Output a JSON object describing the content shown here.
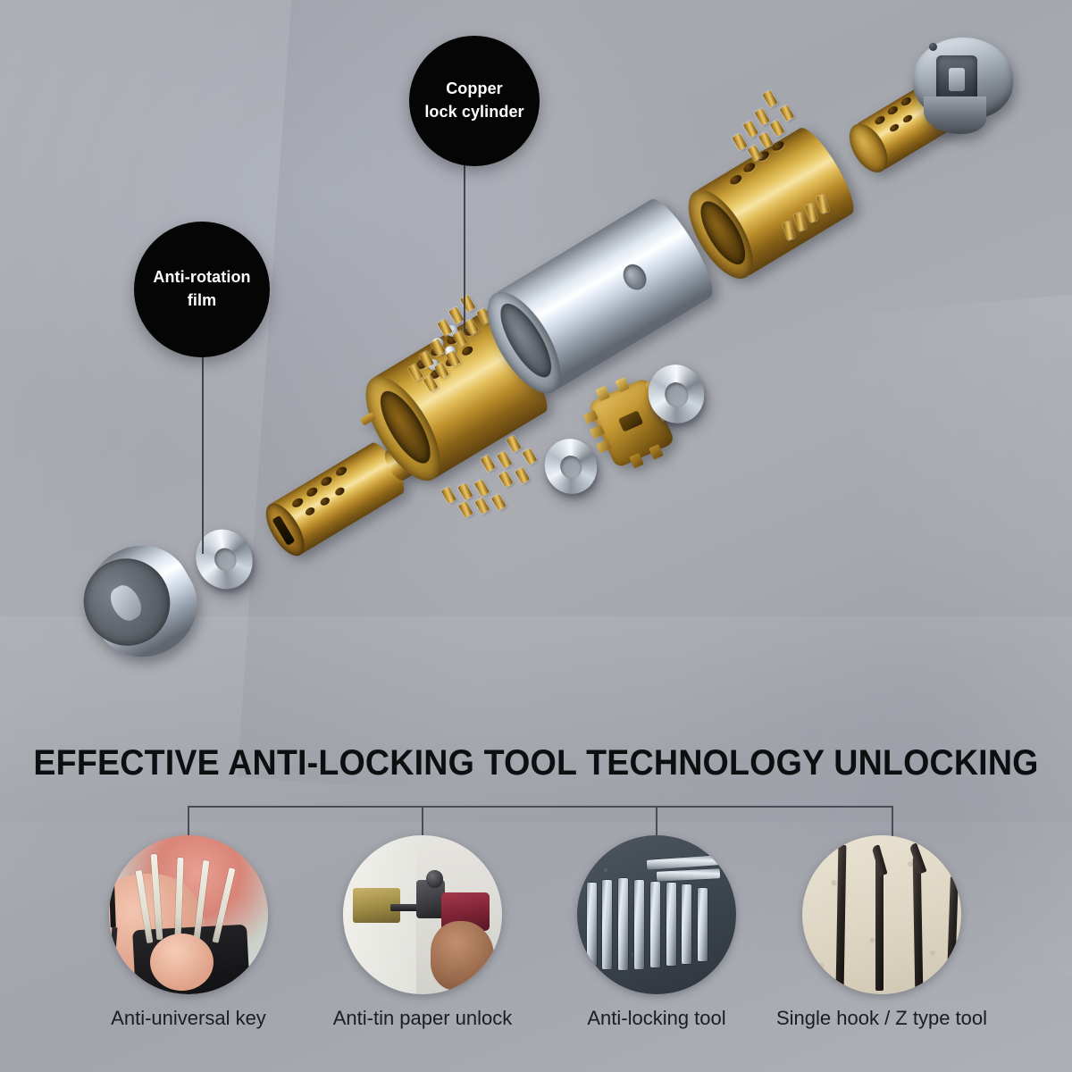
{
  "background": {
    "base_color": "#a7a9b0",
    "style": "soft gray-blue studio gradient"
  },
  "callouts": [
    {
      "id": "anti-rotation-film",
      "label": "Anti-rotation\nfilm",
      "line1": "Anti-rotation",
      "line2": "film",
      "bubble_color": "#050506",
      "text_color": "#ffffff"
    },
    {
      "id": "copper-lock-cylinder",
      "label": "Copper\nlock cylinder",
      "line1": "Copper",
      "line2": "lock cylinder",
      "bubble_color": "#050506",
      "text_color": "#ffffff"
    }
  ],
  "hero": {
    "subject": "exploded 3D view of a brass lock cylinder assembly",
    "parts": [
      "chrome anti-rotation disc",
      "thin chrome washer",
      "brass key plug with keyway",
      "brass lock cylinder body with pin holes",
      "brass pin tumblers",
      "steel ball bearings",
      "chrome barrel sleeve",
      "brass cam gear",
      "chrome split rings",
      "brass cylinder segments",
      "chrome tailpiece cam"
    ]
  },
  "headline": {
    "text": "EFFECTIVE ANTI-LOCKING TOOL TECHNOLOGY UNLOCKING",
    "color": "#0d0e10"
  },
  "features": [
    {
      "id": "anti-universal-key",
      "caption": "Anti-universal key",
      "image_alt": "hand holding a fanned set of lock pick tools in a black pouch"
    },
    {
      "id": "anti-tin-paper-unlock",
      "caption": "Anti-tin paper unlock",
      "image_alt": "hand holding a red pick gun inserted into a brass lock"
    },
    {
      "id": "anti-locking-tool",
      "caption": "Anti-locking tool",
      "image_alt": "set of steel pick rods arranged in dark foam tray"
    },
    {
      "id": "single-hook-z-type-tool",
      "caption": "Single hook / Z type tool",
      "image_alt": "dark single hook and Z type picks on beige speckled surface"
    }
  ],
  "bracket": {
    "color": "#4a4d55",
    "branches": 4
  }
}
